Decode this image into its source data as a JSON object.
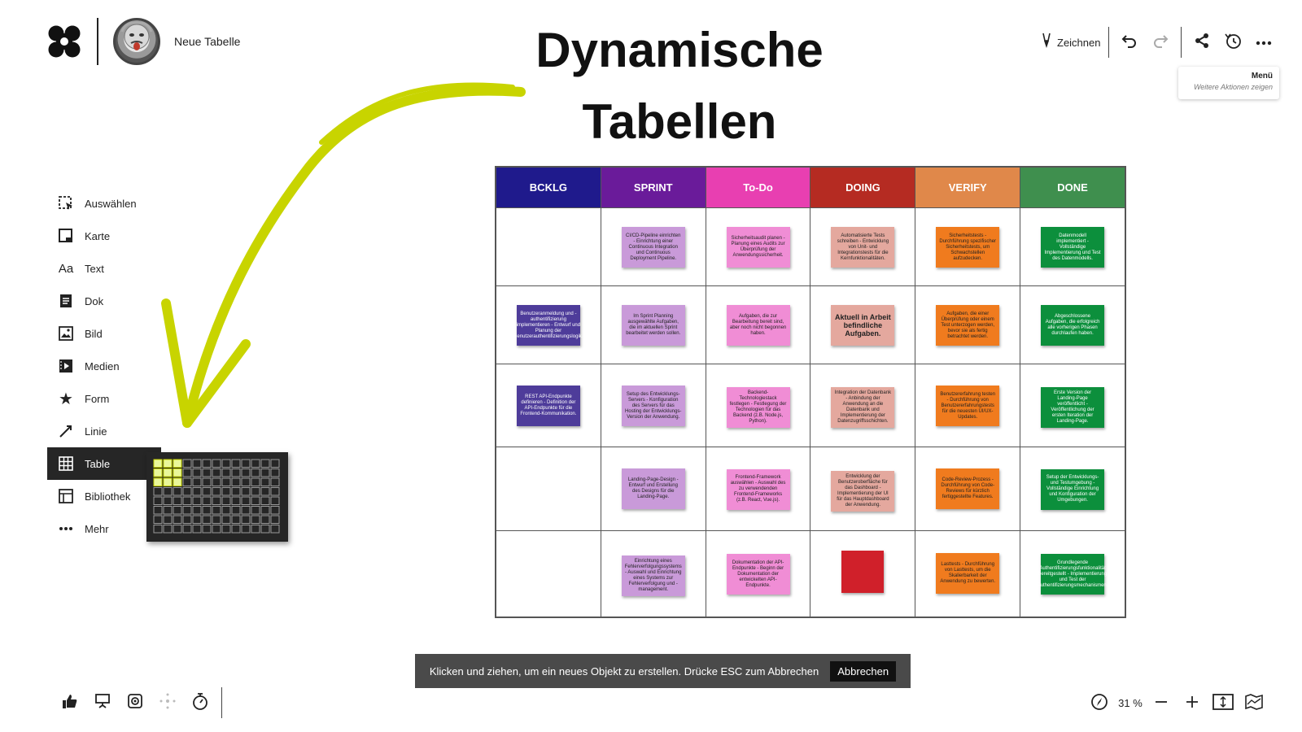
{
  "header": {
    "document_title": "Neue Tabelle",
    "headline_line1": "Dynamische",
    "headline_line2": "Tabellen"
  },
  "toolbar": {
    "draw_label": "Zeichnen",
    "menu_tooltip_title": "Menü",
    "menu_tooltip_subtitle": "Weitere Aktionen zeigen"
  },
  "tools": [
    {
      "label": "Auswählen",
      "icon": "select-icon"
    },
    {
      "label": "Karte",
      "icon": "card-icon"
    },
    {
      "label": "Text",
      "icon": "text-icon"
    },
    {
      "label": "Dok",
      "icon": "document-icon"
    },
    {
      "label": "Bild",
      "icon": "image-icon"
    },
    {
      "label": "Medien",
      "icon": "media-icon"
    },
    {
      "label": "Form",
      "icon": "star-icon"
    },
    {
      "label": "Linie",
      "icon": "line-icon"
    },
    {
      "label": "Table",
      "icon": "table-icon"
    },
    {
      "label": "Bibliothek",
      "icon": "library-icon"
    },
    {
      "label": "Mehr",
      "icon": "more-icon"
    }
  ],
  "table_picker": {
    "rows": 8,
    "cols": 13,
    "highlight_rows": 3,
    "highlight_cols": 3
  },
  "board": {
    "columns": [
      {
        "label": "BCKLG",
        "color": "#1f1a8c"
      },
      {
        "label": "SPRINT",
        "color": "#6a1b9a"
      },
      {
        "label": "To-Do",
        "color": "#e83fb1"
      },
      {
        "label": "DOING",
        "color": "#b52b22"
      },
      {
        "label": "VERIFY",
        "color": "#e0884a"
      },
      {
        "label": "DONE",
        "color": "#3f8f4e"
      }
    ],
    "rows": [
      [
        null,
        {
          "text": "CI/CD-Pipeline einrichten - Einrichtung einer Continuous Integration und Continuous Deployment Pipeline.",
          "color": "#c99ad9",
          "dark": true
        },
        {
          "text": "Sicherheitsaudit planen - Planung eines Audits zur Überprüfung der Anwendungssicherheit.",
          "color": "#f08dd5",
          "dark": true
        },
        {
          "text": "Automatisierte Tests schreiben - Entwicklung von Unit- und Integrationstests für die Kernfunktionalitäten.",
          "color": "#e4a89e",
          "dark": true
        },
        {
          "text": "Sicherheitstests - Durchführung spezifischer Sicherheitstests, um Schwachstellen aufzudecken.",
          "color": "#f07b1e",
          "dark": true
        },
        {
          "text": "Datenmodell implementiert - Vollständige Implementierung und Test des Datenmodells.",
          "color": "#0c8f3c",
          "dark": false
        }
      ],
      [
        {
          "text": "Benutzeranmeldung und -authentifizierung implementieren - Entwurf und Planung der Benutzerauthentifizierungslogik.",
          "color": "#4e3c9a",
          "dark": false
        },
        {
          "text": "Im Sprint Planning ausgewählte Aufgaben, die im aktuellen Sprint bearbeitet werden sollen.",
          "color": "#c99ad9",
          "dark": true
        },
        {
          "text": "Aufgaben, die zur Bearbeitung bereit sind, aber noch nicht begonnen haben.",
          "color": "#f08dd5",
          "dark": true
        },
        {
          "text": "Aktuell in Arbeit befindliche Aufgaben.",
          "color": "#e4a89e",
          "dark": true,
          "big": true
        },
        {
          "text": "Aufgaben, die einer Überprüfung oder einem Test unterzogen werden, bevor sie als fertig betrachtet werden.",
          "color": "#f07b1e",
          "dark": true
        },
        {
          "text": "Abgeschlossene Aufgaben, die erfolgreich alle vorherigen Phasen durchlaufen haben.",
          "color": "#0c8f3c",
          "dark": false
        }
      ],
      [
        {
          "text": "REST API-Endpunkte definieren - Definition der API-Endpunkte für die Frontend-Kommunikation.",
          "color": "#4e3c9a",
          "dark": false
        },
        {
          "text": "Setup des Entwicklungs-Servers - Konfiguration des Servers für das Hosting der Entwicklungs-Version der Anwendung.",
          "color": "#c99ad9",
          "dark": true
        },
        {
          "text": "Backend-Technologiestack festlegen - Festlegung der Technologien für das Backend (z.B. Node.js, Python).",
          "color": "#f08dd5",
          "dark": true
        },
        {
          "text": "Integration der Datenbank - Anbindung der Anwendung an die Datenbank und Implementierung der Datenzugriffsschichten.",
          "color": "#e4a89e",
          "dark": true
        },
        {
          "text": "Benutzererfahrung testen - Durchführung von Benutzererfahrungstests für die neuesten UI/UX-Updates.",
          "color": "#f07b1e",
          "dark": true
        },
        {
          "text": "Erste Version der Landing-Page veröffentlicht - Veröffentlichung der ersten Iteration der Landing-Page.",
          "color": "#0c8f3c",
          "dark": false
        }
      ],
      [
        null,
        {
          "text": "Landing-Page-Design - Entwurf und Erstellung des Designs für die Landing-Page.",
          "color": "#c99ad9",
          "dark": true
        },
        {
          "text": "Frontend-Framework auswählen - Auswahl des zu verwendenden Frontend-Frameworks (z.B. React, Vue.js).",
          "color": "#f08dd5",
          "dark": true
        },
        {
          "text": "Entwicklung der Benutzeroberfläche für das Dashboard - Implementierung der UI für das Hauptdashboard der Anwendung.",
          "color": "#e4a89e",
          "dark": true
        },
        {
          "text": "Code-Review-Prozess - Durchführung von Code-Reviews für kürzlich fertiggestellte Features.",
          "color": "#f07b1e",
          "dark": true
        },
        {
          "text": "Setup der Entwicklungs- und Testumgebung - Vollständige Einrichtung und Konfiguration der Umgebungen.",
          "color": "#0c8f3c",
          "dark": false
        }
      ],
      [
        null,
        {
          "text": "Einrichtung eines Fehlerverfolgungssystems - Auswahl und Einrichtung eines Systems zur Fehlerverfolgung und -management.",
          "color": "#c99ad9",
          "dark": true
        },
        {
          "text": "Dokumentation der API-Endpunkte - Beginn der Dokumentation der entwickelten API-Endpunkte.",
          "color": "#f08dd5",
          "dark": true
        },
        {
          "text": "",
          "color": "#d0202a",
          "dark": false,
          "square": true
        },
        {
          "text": "Lasttests - Durchführung von Lasttests, um die Skalierbarkeit der Anwendung zu bewerten.",
          "color": "#f07b1e",
          "dark": true
        },
        {
          "text": "Grundlegende Authentifizierungsfunktionalität bereitgestellt - Implementierung und Test der Authentifizierungsmechanismen.",
          "color": "#0c8f3c",
          "dark": false
        }
      ]
    ]
  },
  "status": {
    "message": "Klicken und ziehen, um ein neues Objekt zu erstellen. Drücke ESC zum Abbrechen",
    "cancel_label": "Abbrechen"
  },
  "zoom": {
    "level": "31 %"
  },
  "colors": {
    "accent_arrow": "#c8d400",
    "picker_highlight": "#e9f79a"
  }
}
